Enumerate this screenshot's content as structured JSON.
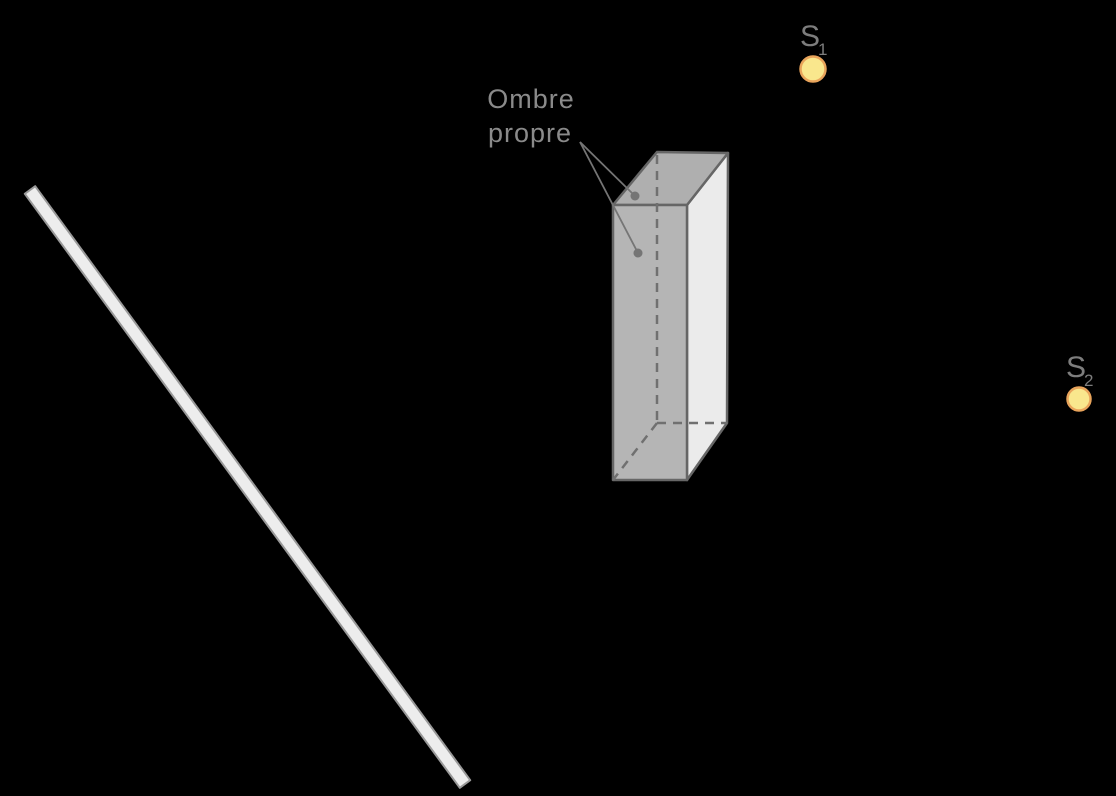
{
  "diagram": {
    "annotation": {
      "line1": "Ombre",
      "line2": "propre"
    },
    "sources": [
      {
        "label": "S",
        "subscript": "1"
      },
      {
        "label": "S",
        "subscript": "2"
      }
    ],
    "colors": {
      "background": "#000000",
      "annotation_text": "#8a8a8a",
      "source_label_text": "#7d7d7d",
      "source_fill": "#f9e78d",
      "source_stroke": "#e9a45b",
      "screen_fill": "#ededed",
      "screen_stroke": "#999999",
      "prism_top_fill": "#afafaf",
      "prism_front_fill": "#b5b5b5",
      "prism_side_fill": "#ebebeb",
      "prism_edge": "#666666",
      "hidden_edge": "#707070",
      "leader_line": "#757575"
    }
  }
}
